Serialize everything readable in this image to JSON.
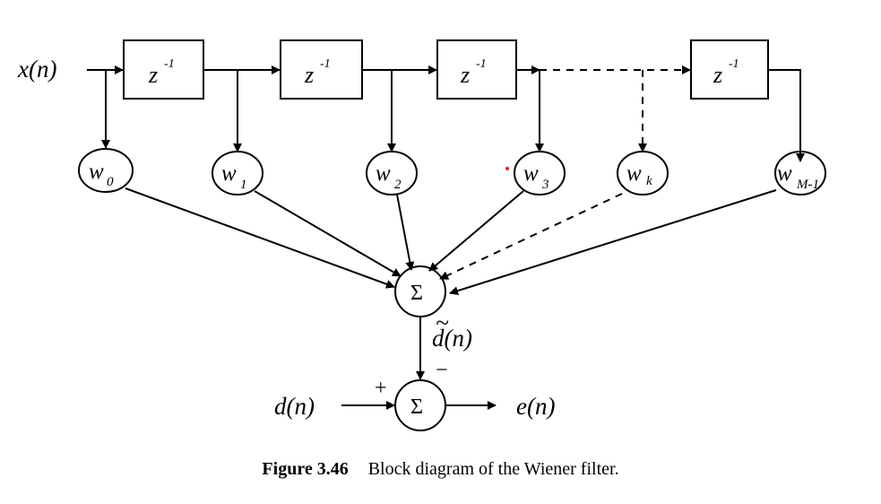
{
  "diagram": {
    "input_label": "x(n)",
    "delay_label": "z",
    "delay_exponent": "-1",
    "weights": [
      {
        "base": "w",
        "sub": "0"
      },
      {
        "base": "w",
        "sub": "1"
      },
      {
        "base": "w",
        "sub": "2"
      },
      {
        "base": "w",
        "sub": "3"
      },
      {
        "base": "w",
        "sub": "k"
      },
      {
        "base": "w",
        "sub": "M-1"
      }
    ],
    "sum_symbol": "Σ",
    "estimate_label": "d(n)",
    "estimate_accent": "~",
    "desired_label": "d(n)",
    "plus_sign": "+",
    "minus_sign": "−",
    "error_label": "e(n)"
  },
  "caption": {
    "number": "Figure 3.46",
    "text": "Block diagram of the Wiener filter."
  }
}
